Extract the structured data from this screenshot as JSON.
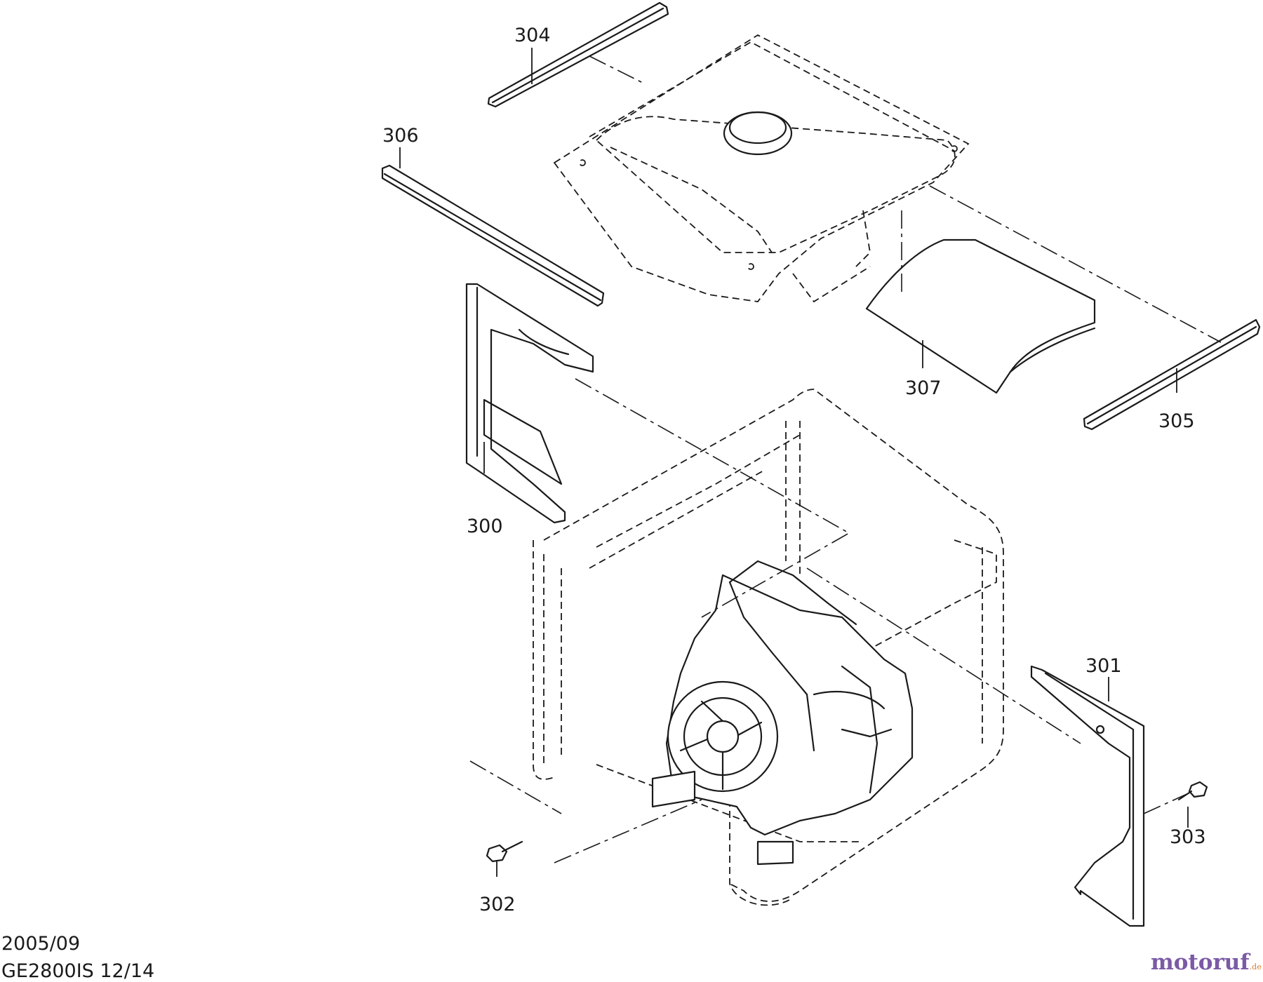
{
  "parts": [
    {
      "id": "300",
      "label": "300"
    },
    {
      "id": "301",
      "label": "301"
    },
    {
      "id": "302",
      "label": "302"
    },
    {
      "id": "303",
      "label": "303"
    },
    {
      "id": "304",
      "label": "304"
    },
    {
      "id": "305",
      "label": "305"
    },
    {
      "id": "306",
      "label": "306"
    },
    {
      "id": "307",
      "label": "307"
    }
  ],
  "footer": {
    "date": "2005/09",
    "model_page": "GE2800IS 12/14"
  },
  "watermark": {
    "brand": "motoruf",
    "tld": ".de",
    "colors": {
      "primary": "#7b5aa6",
      "accent": "#e07a2a"
    }
  }
}
